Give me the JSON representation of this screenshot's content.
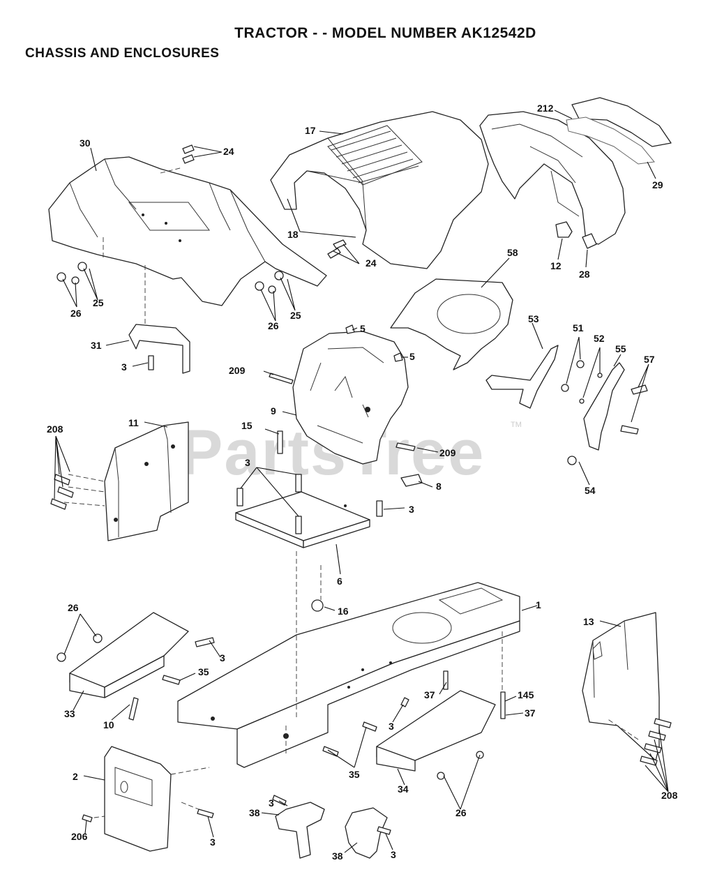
{
  "header": {
    "title": "TRACTOR - - MODEL NUMBER AK12542D",
    "subtitle": "CHASSIS AND ENCLOSURES"
  },
  "watermark": {
    "text": "PartsTree",
    "tm": "TM"
  },
  "callouts": {
    "c30": "30",
    "c24a": "24",
    "c17": "17",
    "c18": "18",
    "c24b": "24",
    "c212": "212",
    "c29": "29",
    "c12": "12",
    "c28": "28",
    "c58": "58",
    "c26a": "26",
    "c25a": "25",
    "c26b": "26",
    "c25b": "25",
    "c5a": "5",
    "c5b": "5",
    "c31": "31",
    "c3a": "3",
    "c209a": "209",
    "c53": "53",
    "c51": "51",
    "c52": "52",
    "c55": "55",
    "c57": "57",
    "c9": "9",
    "c208a": "208",
    "c11": "11",
    "c15": "15",
    "c209b": "209",
    "c3b": "3",
    "c8": "8",
    "c3c": "3",
    "c54": "54",
    "c6": "6",
    "c16": "16",
    "c1": "1",
    "c26c": "26",
    "c3d": "3",
    "c35a": "35",
    "c13": "13",
    "c37a": "37",
    "c145": "145",
    "c37b": "37",
    "c33": "33",
    "c10": "10",
    "c3e": "3",
    "c35b": "35",
    "c2": "2",
    "c34": "34",
    "c26d": "26",
    "c208b": "208",
    "c3f": "3",
    "c206": "206",
    "c3g": "3",
    "c38a": "38",
    "c38b": "38",
    "c3h": "3"
  },
  "colors": {
    "line": "#222222",
    "watermark": "#d9d9d9",
    "background": "#ffffff"
  }
}
